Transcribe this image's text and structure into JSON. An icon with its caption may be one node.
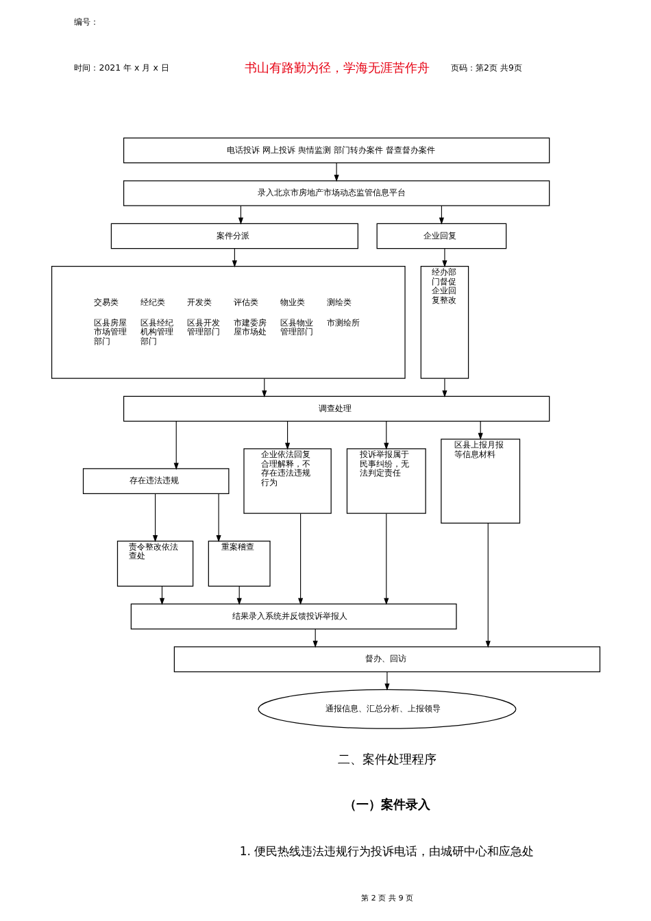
{
  "diagram": {
    "nodes": [
      {
        "text": [
          "电话投诉 网上投诉 舆情监测 部门转办案件 督查督办案件"
        ]
      },
      {
        "text": [
          "录入北京市房地产市场动态监管信息平台"
        ]
      },
      {
        "text": [
          "案件分派"
        ]
      },
      {
        "text": [
          "企业回复"
        ]
      },
      {
        "text": [
          "交易类",
          "经纪类",
          "开发类",
          "评估类",
          "物业类",
          "测绘类",
          "区县房屋市场管理部门",
          "区县经纪机构管理部门",
          "区县开发管理部门",
          "市建委房屋市场处",
          "区县物业管理部门",
          "市测绘所"
        ]
      },
      {
        "text": [
          "经办部门督促企业回复整改"
        ]
      },
      {
        "text": [
          "调查处理"
        ]
      },
      {
        "text": [
          "存在违法违规"
        ]
      },
      {
        "text": [
          "企业依法回复合理解释，不存在违法违规行为"
        ]
      },
      {
        "text": [
          "投诉举报属于民事纠纷，无法判定责任"
        ]
      },
      {
        "text": [
          "区县上报月报等信息材料"
        ]
      },
      {
        "text": [
          "责令整改依法查处"
        ]
      },
      {
        "text": [
          "重案稽查"
        ]
      },
      {
        "text": [
          "结果录入系统并反馈投诉举报人"
        ]
      },
      {
        "text": [
          "督办、回访"
        ]
      },
      {
        "text": [
          "通报信息、汇总分析、上报领导"
        ]
      }
    ],
    "edges": [
      {
        "from": 0,
        "to": 1,
        "arrow": "to"
      },
      {
        "from": 1,
        "to": 2,
        "arrow": "to"
      },
      {
        "from": 1,
        "to": 3,
        "arrow": "to"
      },
      {
        "from": 2,
        "to": 4,
        "arrow": "to"
      },
      {
        "from": 3,
        "to": 5,
        "arrow": "to"
      },
      {
        "from": 4,
        "to": 6,
        "arrow": "to"
      },
      {
        "from": 5,
        "to": 6,
        "arrow": "to"
      },
      {
        "from": 6,
        "to": 7,
        "arrow": "to"
      },
      {
        "from": 6,
        "to": 8,
        "arrow": "to"
      },
      {
        "from": 6,
        "to": 9,
        "arrow": "to"
      },
      {
        "from": 6,
        "to": 10,
        "arrow": "to"
      },
      {
        "from": 7,
        "to": 11,
        "arrow": "to"
      },
      {
        "from": 7,
        "to": 12,
        "arrow": "to"
      },
      {
        "from": 11,
        "to": 13,
        "arrow": "to"
      },
      {
        "from": 12,
        "to": 13,
        "arrow": "to"
      },
      {
        "from": 8,
        "to": 13,
        "arrow": "to"
      },
      {
        "from": 9,
        "to": 13,
        "arrow": "to"
      },
      {
        "from": 13,
        "to": 14,
        "arrow": "to"
      },
      {
        "from": 10,
        "to": 14,
        "arrow": "to"
      },
      {
        "from": 14,
        "to": 15,
        "arrow": "to"
      }
    ],
    "labels": [
      "编号：",
      "时间：2021 年 x 月 x 日",
      "书山有路勤为径，学海无涯苦作舟",
      "页码：第2页 共9页",
      "二、案件处理程序",
      "（一）案件录入",
      "1. 便民热线违法违规行为投诉电话，由城研中心和应急处",
      "第 2 页 共 9 页"
    ]
  }
}
